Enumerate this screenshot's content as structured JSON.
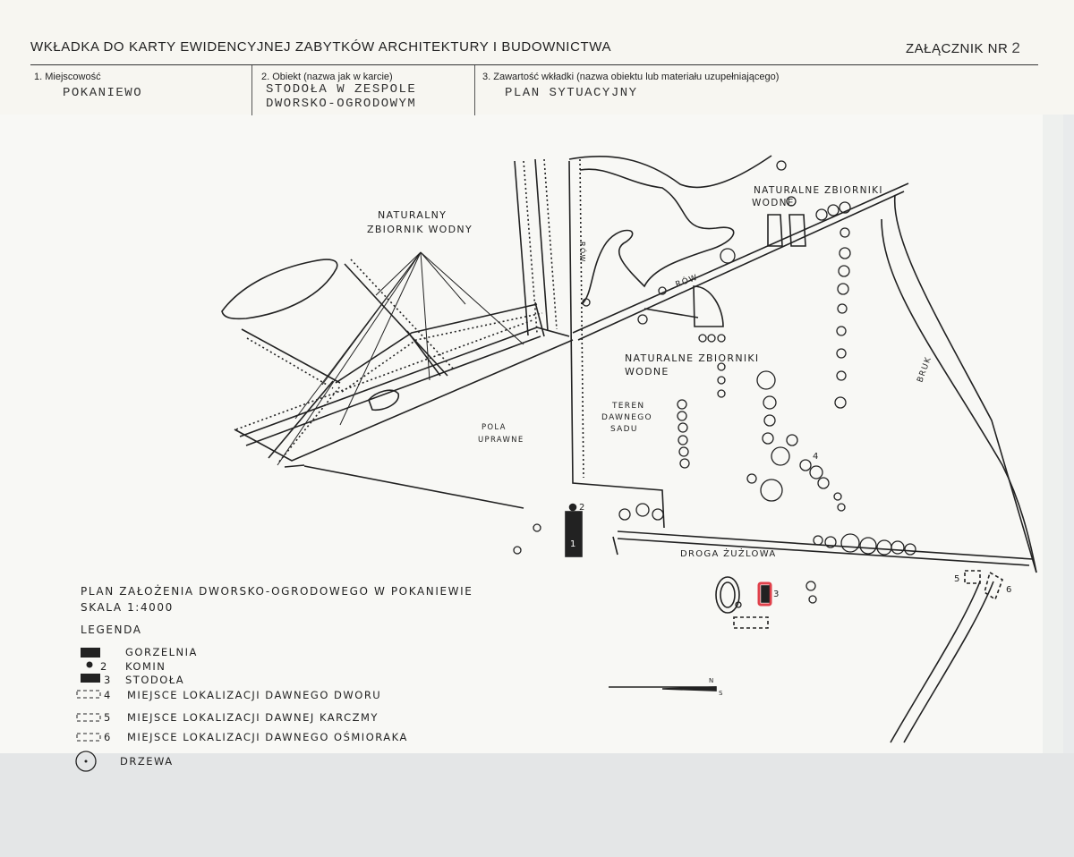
{
  "header": {
    "title": "WKŁADKA DO KARTY EWIDENCYJNEJ ZABYTKÓW ARCHITEKTURY I BUDOWNICTWA",
    "annex_label": "ZAŁĄCZNIK NR",
    "annex_number": "2"
  },
  "fields": [
    {
      "label": "1. Miejscowość",
      "value": "POKANIEWO",
      "value2": ""
    },
    {
      "label": "2. Obiekt (nazwa jak w karcie)",
      "value": "STODOŁA W ZESPOLE",
      "value2": "DWORSKO-OGRODOWYM"
    },
    {
      "label": "3. Zawartość wkładki (nazwa obiektu lub materiału uzupełniającego)",
      "value": "PLAN SYTUACYJNY",
      "value2": ""
    }
  ],
  "map_labels": {
    "water1_line1": "NATURALNY",
    "water1_line2": "ZBIORNIK WODNY",
    "water2_line1": "NATURALNE ZBIORNIKI",
    "water2_line2": "WODNE",
    "water3_line1": "NATURALNE ZBIORNIKI",
    "water3_line2": "WODNE",
    "row1": "RÓW",
    "row2": "RÓW",
    "fields1": "POLA",
    "fields2": "UPRAWNE",
    "orchard1": "TEREN",
    "orchard2": "DAWNEGO",
    "orchard3": "SADU",
    "road": "DROGA ŻUŻLOWA",
    "bruk": "BRUK",
    "n1": "1",
    "n2": "2",
    "n3": "3",
    "n4": "4",
    "n5": "5",
    "n6": "6",
    "north_n": "N",
    "north_s": "S"
  },
  "caption": {
    "line1": "PLAN ZAŁOŻENIA DWORSKO-OGRODOWEGO W POKANIEWIE",
    "line2": "SKALA 1:4000"
  },
  "legend": {
    "title": "LEGENDA",
    "items": [
      {
        "num": "",
        "text": "GORZELNIA"
      },
      {
        "num": "2",
        "text": "KOMIN"
      },
      {
        "num": "3",
        "text": "STODOŁA"
      },
      {
        "num": "4",
        "text": "MIEJSCE LOKALIZACJI DAWNEGO DWORU"
      },
      {
        "num": "5",
        "text": "MIEJSCE LOKALIZACJI DAWNEJ KARCZMY"
      },
      {
        "num": "6",
        "text": "MIEJSCE LOKALIZACJI DAWNEGO OŚMIORAKA"
      },
      {
        "num": "",
        "text": "DRZEWA"
      }
    ]
  },
  "colors": {
    "ink": "#222222",
    "highlight": "#e0404a"
  }
}
